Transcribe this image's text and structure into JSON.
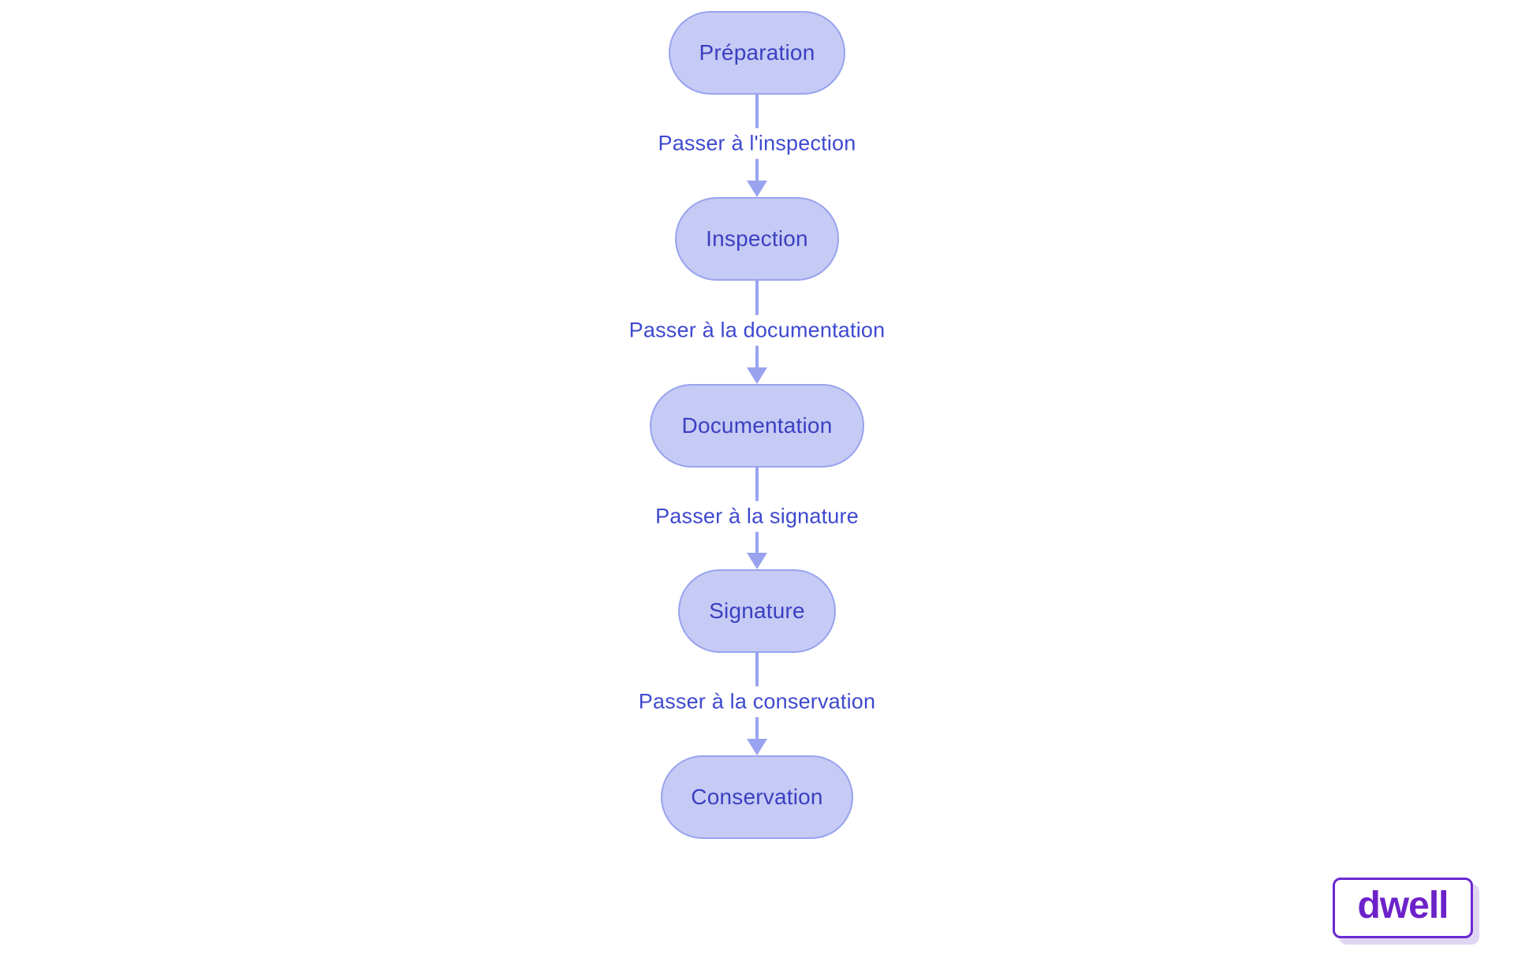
{
  "diagram": {
    "type": "flowchart",
    "direction": "top-down",
    "nodes": [
      {
        "id": "preparation",
        "label": "Préparation"
      },
      {
        "id": "inspection",
        "label": "Inspection"
      },
      {
        "id": "documentation",
        "label": "Documentation"
      },
      {
        "id": "signature",
        "label": "Signature"
      },
      {
        "id": "conservation",
        "label": "Conservation"
      }
    ],
    "edges": [
      {
        "from": "preparation",
        "to": "inspection",
        "label": "Passer à l'inspection"
      },
      {
        "from": "inspection",
        "to": "documentation",
        "label": "Passer à la documentation"
      },
      {
        "from": "documentation",
        "to": "signature",
        "label": "Passer à la signature"
      },
      {
        "from": "signature",
        "to": "conservation",
        "label": "Passer à la conservation"
      }
    ],
    "colors": {
      "node_fill": "#c6cbf5",
      "node_border": "#99a3ee",
      "node_text": "#3a3fc1",
      "edge_line": "#99a3ef",
      "edge_label_text": "#3e49cf",
      "background": "#ffffff"
    }
  },
  "branding": {
    "logo_text": "dwell",
    "logo_color": "#6d22c9",
    "logo_border": "#6c28d2",
    "logo_shadow": "#e0d5f2"
  }
}
